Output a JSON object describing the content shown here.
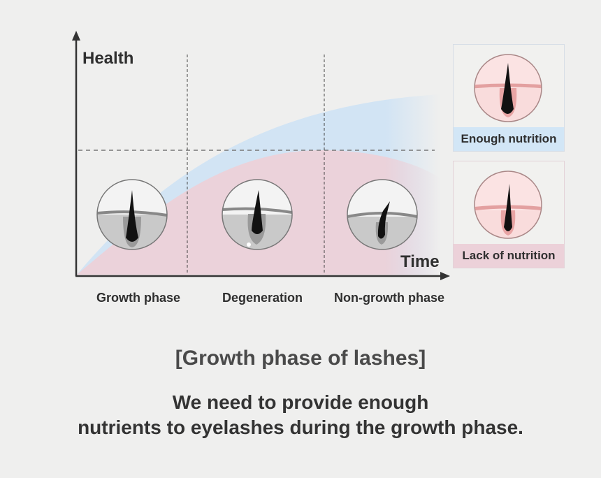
{
  "diagram": {
    "y_axis_label": "Health",
    "x_axis_label": "Time",
    "phases": [
      "Growth phase",
      "Degeneration",
      "Non-growth phase"
    ],
    "colors": {
      "enough_area": "#d2e4f4",
      "lack_area": "#ebd2da",
      "axis": "#333333",
      "skin": "#e3a0a0",
      "follicle": "#bdbdbd"
    }
  },
  "legend": {
    "enough": "Enough nutrition",
    "lack": "Lack of nutrition"
  },
  "caption": {
    "title": "[Growth phase of lashes]",
    "line1": "We need to provide enough",
    "line2": "nutrients to eyelashes during the growth phase."
  }
}
